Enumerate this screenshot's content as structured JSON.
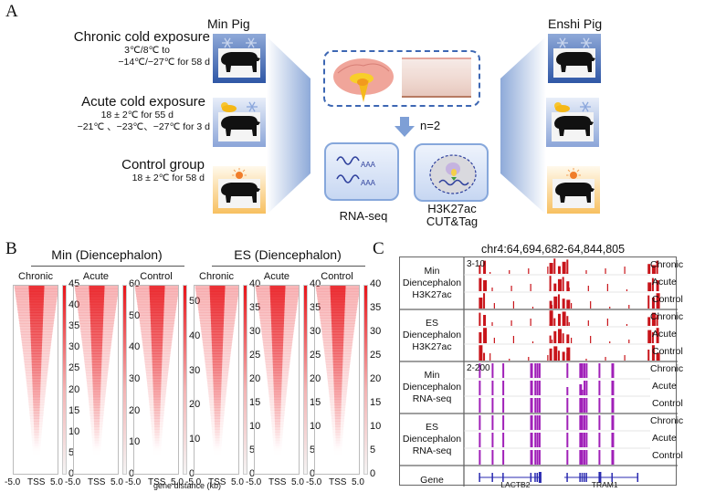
{
  "figure": {
    "panels": {
      "a": "A",
      "b": "B",
      "c": "C"
    }
  },
  "panel_a": {
    "breeds": [
      "Min Pig",
      "Enshi Pig"
    ],
    "conditions": [
      {
        "title": "Chronic cold exposure",
        "lines": [
          "3℃/8℃ to",
          "−14℃/−27℃ for 58 d"
        ],
        "icon": "snowflake-icon"
      },
      {
        "title": "Acute cold exposure",
        "lines": [
          "18 ± 2℃ for 55 d",
          "−21℃ 、−23℃、−27℃ for 3 d"
        ],
        "icon": "cloud-sun-snowflake-icon"
      },
      {
        "title": "Control group",
        "lines": [
          "18 ± 2℃ for 58 d"
        ],
        "icon": "sun-icon"
      }
    ],
    "tissues": [
      "brain-illustration",
      "fat-tissue-photo"
    ],
    "replicates": "n=2",
    "methods": [
      {
        "label": "RNA-seq",
        "aaa": "AAA"
      },
      {
        "label_lines": [
          "H3K27ac",
          "CUT&Tag"
        ]
      }
    ],
    "colors": {
      "blue": "#4a6fb5",
      "dash": "#3d67b3",
      "cold_top": "#8fa9d8",
      "cold_bottom": "#2f57a6",
      "ctrl": "#f7c060",
      "sun": "#f07d2a"
    }
  },
  "chart_data": [
    {
      "type": "heatmap",
      "title": "Min (Diencephalon)",
      "xlabel": "gene distance (kb)",
      "x_ticks": [
        "-5.0",
        "TSS",
        "5.0"
      ],
      "color": "#e8141a",
      "panels": [
        {
          "name": "Chronic",
          "colorbar_ticks": [
            0,
            5,
            10,
            15,
            20,
            25,
            30,
            35,
            40,
            45
          ],
          "vmax": 45
        },
        {
          "name": "Acute",
          "colorbar_ticks": [
            0,
            10,
            20,
            30,
            40,
            50,
            60
          ],
          "vmax": 60
        },
        {
          "name": "Control",
          "colorbar_ticks": [
            0,
            10,
            20,
            30,
            40,
            50
          ],
          "vmax": 55
        }
      ]
    },
    {
      "type": "heatmap",
      "title": "ES (Diencephalon)",
      "xlabel": "gene distance (kb)",
      "x_ticks": [
        "-5.0",
        "TSS",
        "5.0"
      ],
      "color": "#e8141a",
      "panels": [
        {
          "name": "Chronic",
          "colorbar_ticks": [
            0,
            5,
            10,
            15,
            20,
            25,
            30,
            35,
            40
          ],
          "vmax": 40
        },
        {
          "name": "Acute",
          "colorbar_ticks": [
            0,
            5,
            10,
            15,
            20,
            25,
            30,
            35,
            40
          ],
          "vmax": 40
        },
        {
          "name": "Control",
          "colorbar_ticks": [
            0,
            5,
            10,
            15,
            20,
            25,
            30,
            35,
            40
          ],
          "vmax": 40
        }
      ]
    },
    {
      "type": "bar",
      "title": "chr4:64,694,682-64,844,805",
      "groups": [
        {
          "label": [
            "Min",
            "Diencephalon",
            "H3K27ac"
          ],
          "range": "3-10",
          "color": "#c8141a",
          "conditions": [
            "Chronic",
            "Acute",
            "Control"
          ],
          "kind": "chip"
        },
        {
          "label": [
            "ES",
            "Diencephalon",
            "H3K27ac"
          ],
          "range": "",
          "color": "#c8141a",
          "conditions": [
            "Chronic",
            "Acute",
            "Control"
          ],
          "kind": "chip"
        },
        {
          "label": [
            "Min",
            "Diencephalon",
            "RNA-seq"
          ],
          "range": "2-200",
          "color": "#a020b8",
          "conditions": [
            "Chronic",
            "Acute",
            "Control"
          ],
          "kind": "rna"
        },
        {
          "label": [
            "ES",
            "Diencephalon",
            "RNA-seq"
          ],
          "range": "",
          "color": "#a020b8",
          "conditions": [
            "Chronic",
            "Acute",
            "Control"
          ],
          "kind": "rna"
        }
      ],
      "gene_track": {
        "label": "Gene",
        "genes": [
          "LACTB2",
          "TRAM1"
        ],
        "color": "#2a2ab0"
      },
      "chip_peaks_frac": [
        0.07,
        0.09,
        0.4,
        0.42,
        0.44,
        0.46,
        0.48,
        0.86,
        0.88,
        0.9
      ],
      "rna_exons_frac": [
        0.07,
        0.13,
        0.18,
        0.31,
        0.33,
        0.34,
        0.35,
        0.48,
        0.54,
        0.55,
        0.56,
        0.57,
        0.63,
        0.69
      ]
    }
  ]
}
